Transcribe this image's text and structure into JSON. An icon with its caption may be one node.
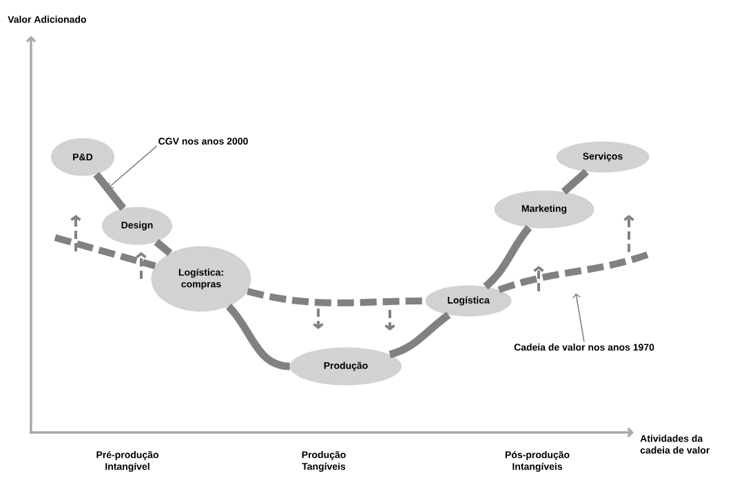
{
  "diagram": {
    "nodes": [
      {
        "text": [
          "P&D"
        ]
      },
      {
        "text": [
          "Design"
        ]
      },
      {
        "text": [
          "Logística: compras"
        ]
      },
      {
        "text": [
          "Produção"
        ]
      },
      {
        "text": [
          "Logística"
        ]
      },
      {
        "text": [
          "Marketing"
        ]
      },
      {
        "text": [
          "Serviços"
        ]
      },
      {
        "text": [
          "CGV nos anos 2000"
        ]
      },
      {
        "text": [
          "Cadeia de valor nos anos 1970"
        ]
      }
    ],
    "edges": [
      {
        "from": 0,
        "to": 1,
        "arrow": "none"
      },
      {
        "from": 1,
        "to": 2,
        "arrow": "none"
      },
      {
        "from": 2,
        "to": 3,
        "arrow": "none"
      },
      {
        "from": 3,
        "to": 4,
        "arrow": "none"
      },
      {
        "from": 4,
        "to": 5,
        "arrow": "none"
      },
      {
        "from": 5,
        "to": 6,
        "arrow": "none"
      },
      {
        "from": null,
        "to": 2,
        "arrow": "none",
        "style": "dashed"
      },
      {
        "from": 2,
        "to": 4,
        "arrow": "none",
        "style": "dashed"
      },
      {
        "from": 4,
        "to": null,
        "arrow": "none",
        "style": "dashed"
      },
      {
        "from": 7,
        "to": null,
        "arrow": "to"
      },
      {
        "from": 8,
        "to": null,
        "arrow": "to"
      }
    ],
    "labels": [
      "Valor Adicionado",
      "Atividades da cadeia de valor",
      "Pré-produção Intangível",
      "Produção Tangíveis",
      "Pós-produção Intangíveis"
    ]
  }
}
